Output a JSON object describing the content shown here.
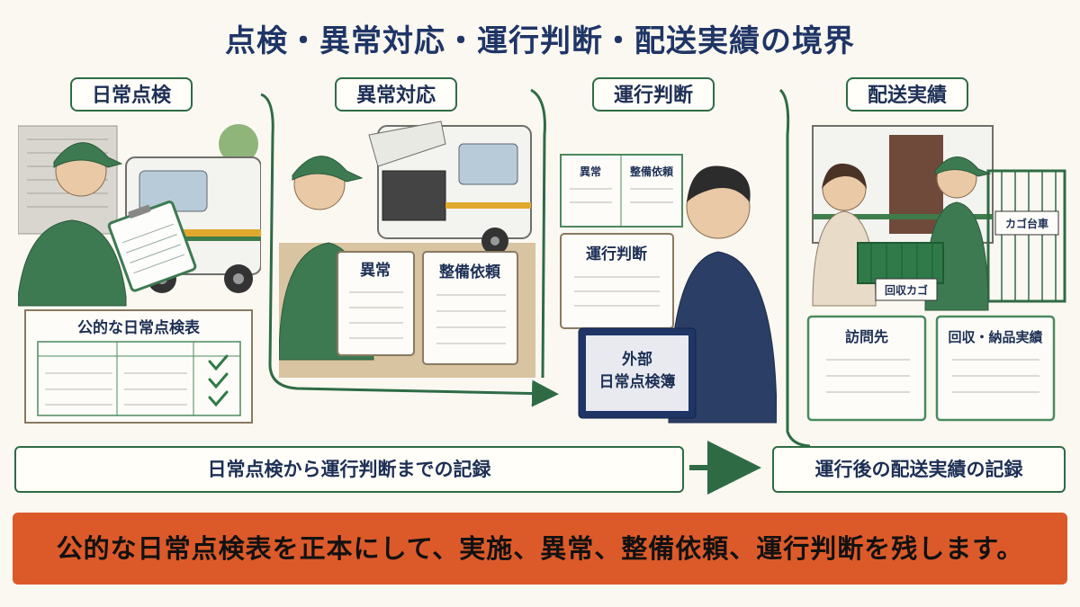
{
  "title": "点検・異常対応・運行判断・配送実績の境界",
  "stages": [
    {
      "label": "日常点検"
    },
    {
      "label": "異常対応"
    },
    {
      "label": "運行判断"
    },
    {
      "label": "配送実績"
    }
  ],
  "documents": {
    "inspection_table": "公的な日常点検表",
    "anomaly_sheet": "異常",
    "repair_sheet": "整備依頼",
    "small_anomaly": "異常",
    "small_repair": "整備依頼",
    "judgment_sheet": "運行判断",
    "external_book_line1": "外部",
    "external_book_line2": "日常点検簿",
    "visit_sheet": "訪問先",
    "delivery_sheet": "回収・納品実績",
    "cage_cart_tag": "カゴ台車",
    "crate_tag": "回収カゴ"
  },
  "summary": {
    "left": "日常点検から運行判断までの記録",
    "right": "運行後の配送実績の記録"
  },
  "banner": "公的な日常点検表を正本にして、実施、異常、整備依頼、運行判断を残します。",
  "colors": {
    "green": "#2e6b45",
    "navy": "#1d2f55",
    "orange": "#dc5a2a",
    "cream": "#fbf8f1"
  }
}
